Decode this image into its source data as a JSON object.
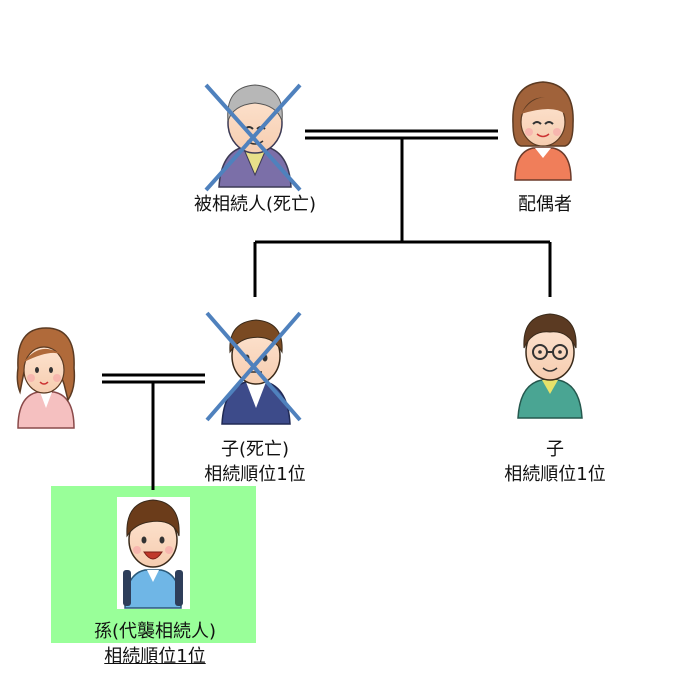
{
  "people": {
    "deceased": {
      "label": "被相続人(死亡)"
    },
    "spouse": {
      "label": "配偶者"
    },
    "child_deceased": {
      "label": "子(死亡)",
      "order": "相続順位1位"
    },
    "child": {
      "label": "子",
      "order": "相続順位1位"
    },
    "grandchild": {
      "label": "孫(代襲相続人)",
      "order": "相続順位1位"
    }
  },
  "colors": {
    "highlight": "#99ff99",
    "cross": "#4f81bd",
    "line": "#000000"
  }
}
